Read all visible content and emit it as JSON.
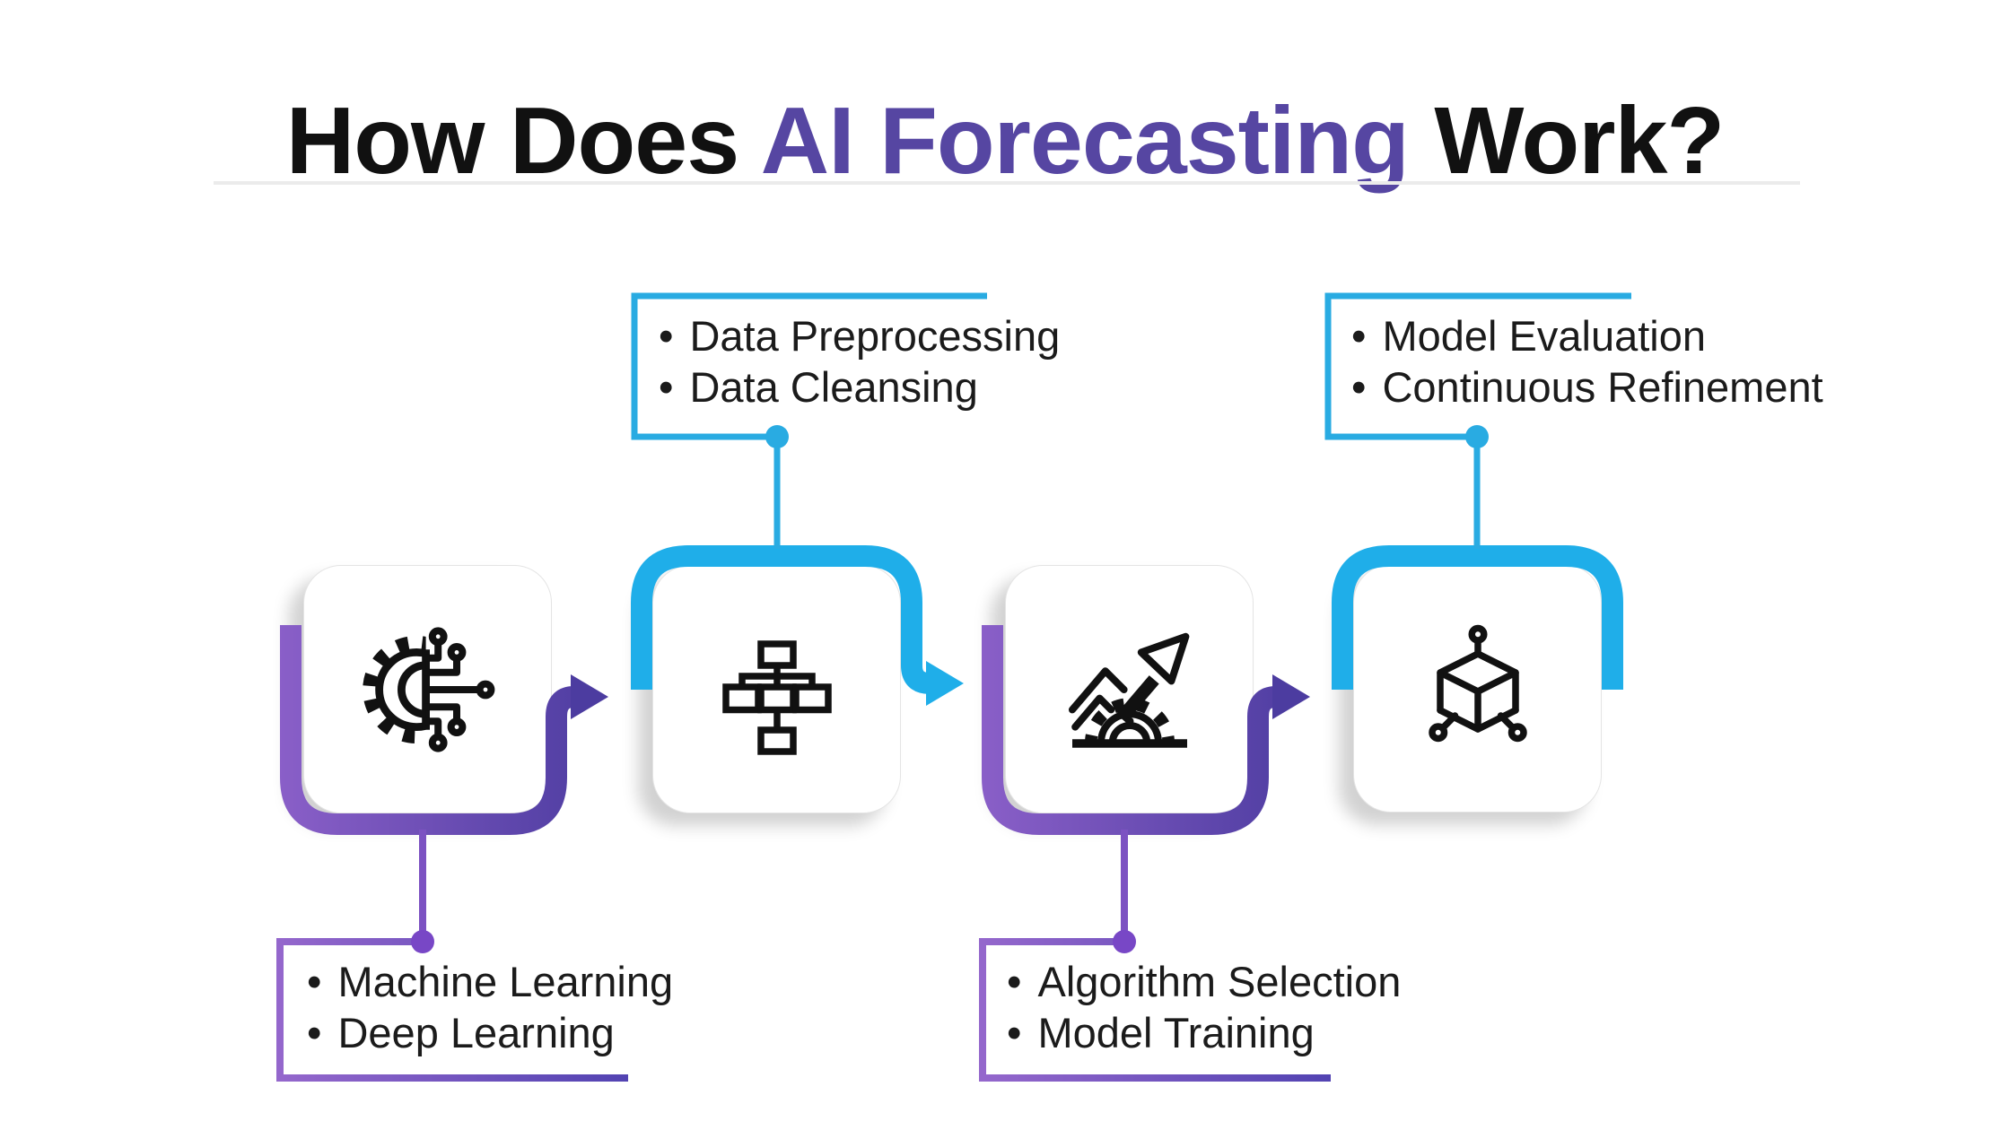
{
  "title": {
    "prefix": "How Does ",
    "highlight": "AI Forecasting",
    "suffix": " Work?"
  },
  "bullet": "•",
  "colors": {
    "blue": "#1FAEE9",
    "purple_gradient_start": "#8A5FC8",
    "purple_gradient_end": "#4C3CA0",
    "purple_dot": "#7847C6",
    "title_highlight": "#5646A2",
    "text": "#1B1B1B",
    "divider": "#EBEBEB"
  },
  "steps": [
    {
      "id": 1,
      "icon": "gear-circuit-icon",
      "accent": "purple",
      "label_position": "bottom",
      "items": [
        "Machine Learning",
        "Deep Learning"
      ]
    },
    {
      "id": 2,
      "icon": "flowchart-icon",
      "accent": "blue",
      "label_position": "top",
      "items": [
        "Data Preprocessing",
        "Data Cleansing"
      ]
    },
    {
      "id": 3,
      "icon": "growth-arrow-gear-icon",
      "accent": "purple",
      "label_position": "bottom",
      "items": [
        "Algorithm Selection",
        "Model Training"
      ]
    },
    {
      "id": 4,
      "icon": "cube-network-icon",
      "accent": "blue",
      "label_position": "top",
      "items": [
        "Model Evaluation",
        "Continuous Refinement"
      ]
    }
  ]
}
